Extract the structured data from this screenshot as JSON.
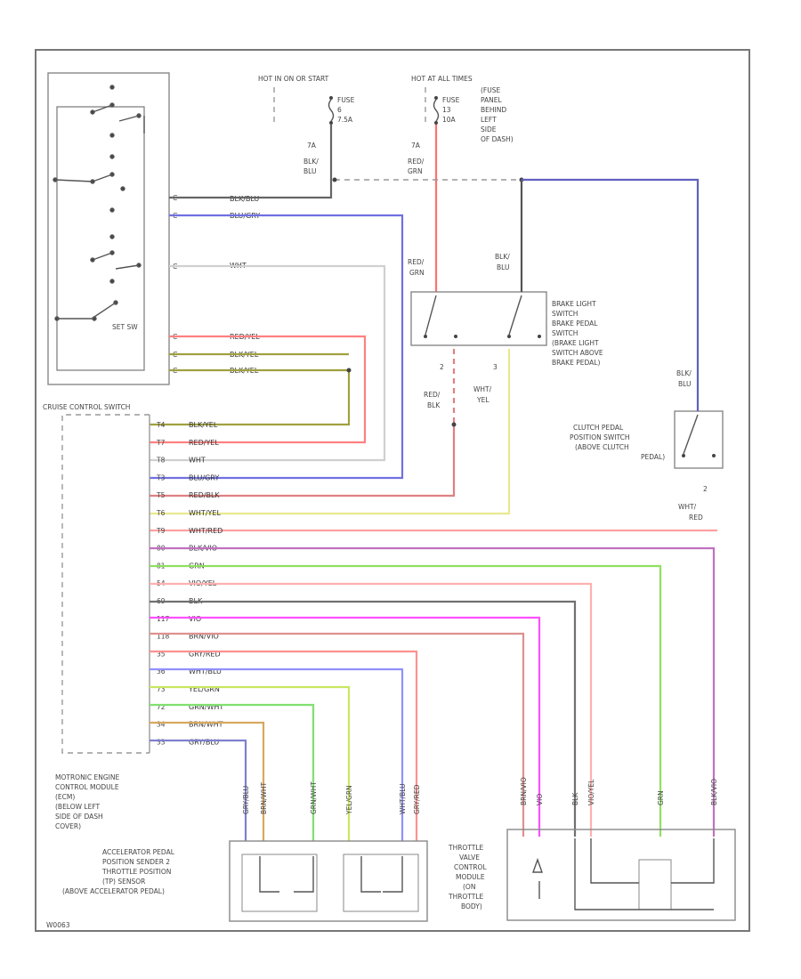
{
  "power": {
    "hot_in_on_start": "HOT IN ON OR START",
    "hot_at_all_times": "HOT AT ALL TIMES",
    "fuse_left_name": "FUSE",
    "fuse_left_num": "6",
    "fuse_left_amp": "7.5A",
    "fuse_right_name": "FUSE",
    "fuse_right_num": "13",
    "fuse_right_amp": "10A",
    "fuse_panel_label": [
      "(FUSE",
      "PANEL",
      "BEHIND",
      "LEFT",
      "SIDE",
      "OF DASH)"
    ],
    "wire_left": [
      "7A",
      "BLK/",
      "BLU"
    ],
    "wire_right": [
      "7A",
      "RED/",
      "GRN"
    ]
  },
  "cruise_switch": {
    "label": "CRUISE CONTROL SWITCH",
    "set_label": "SET SW",
    "pins": [
      "C",
      "C",
      "C",
      "C",
      "C",
      "C"
    ],
    "wires": [
      "BLK/BLU",
      "BLU/GRY",
      "WHT",
      "RED/YEL",
      "BLK/YEL",
      "BLK/YEL"
    ]
  },
  "brake_switch": {
    "label": [
      "BRAKE LIGHT",
      "SWITCH",
      "BRAKE PEDAL",
      "SWITCH",
      "(BRAKE LIGHT",
      "SWITCH ABOVE",
      "BRAKE PEDAL)"
    ],
    "wire_in_left": [
      "RED/",
      "GRN"
    ],
    "wire_in_right": [
      "BLK/",
      "BLU"
    ],
    "wire_out_left": [
      "RED/",
      "BLK"
    ],
    "wire_out_right": [
      "WHT/",
      "YEL"
    ],
    "pin_left": "2",
    "pin_right": "3"
  },
  "clutch_switch": {
    "label": [
      "CLUTCH PEDAL",
      "POSITION SWITCH",
      "(ABOVE CLUTCH",
      "PEDAL)"
    ],
    "wire_in": [
      "BLK/",
      "BLU"
    ],
    "wire_out": [
      "WHT/",
      "RED"
    ],
    "pin": "2"
  },
  "ecm": {
    "label": [
      "MOTRONIC ENGINE",
      "CONTROL MODULE",
      "(ECM)",
      "(BELOW LEFT",
      "SIDE OF DASH",
      "COVER)"
    ],
    "rows": [
      {
        "pin": "T4",
        "wire": "BLK/YEL",
        "color": "#d8d8a0"
      },
      {
        "pin": "T7",
        "wire": "RED/YEL",
        "color": "#ff8080"
      },
      {
        "pin": "T8",
        "wire": "WHT",
        "color": "#d0d0d0"
      },
      {
        "pin": "T3",
        "wire": "BLU/GRY",
        "color": "#7070e0"
      },
      {
        "pin": "T5",
        "wire": "RED/BLK",
        "color": "#e08080"
      },
      {
        "pin": "T6",
        "wire": "WHT/YEL",
        "color": "#e8e890"
      },
      {
        "pin": "T9",
        "wire": "WHT/RED",
        "color": "#ffa0a0"
      },
      {
        "pin": "80",
        "wire": "BLK/VIO",
        "color": "#c070c0"
      },
      {
        "pin": "81",
        "wire": "GRN",
        "color": "#90e060"
      },
      {
        "pin": "54",
        "wire": "VIO/YEL",
        "color": "#ffb0b0"
      },
      {
        "pin": "69",
        "wire": "BLK",
        "color": "#707070"
      },
      {
        "pin": "117",
        "wire": "VIO",
        "color": "#ff50ff"
      },
      {
        "pin": "118",
        "wire": "BRN/VIO",
        "color": "#e09090"
      },
      {
        "pin": "35",
        "wire": "GRY/RED",
        "color": "#ff9090"
      },
      {
        "pin": "36",
        "wire": "WHT/BLU",
        "color": "#9090ff"
      },
      {
        "pin": "73",
        "wire": "YEL/GRN",
        "color": "#c8e860"
      },
      {
        "pin": "72",
        "wire": "GRN/WHT",
        "color": "#80e070"
      },
      {
        "pin": "34",
        "wire": "BRN/WHT",
        "color": "#d8a860"
      },
      {
        "pin": "33",
        "wire": "GRY/BLU",
        "color": "#8080d0"
      }
    ]
  },
  "app_sensor": {
    "label": [
      "ACCELERATOR PEDAL",
      "POSITION SENDER 2",
      "THROTTLE POSITION",
      "(TP) SENSOR",
      "(ABOVE ACCELERATOR PEDAL)"
    ],
    "wires": [
      "GRY/BLU",
      "BRN/WHT",
      "GRN/WHT",
      "YEL/GRN",
      "WHT/BLU",
      "GRY/RED"
    ]
  },
  "throttle_module": {
    "label": [
      "THROTTLE",
      "VALVE",
      "CONTROL",
      "MODULE",
      "(ON",
      "THROTTLE",
      "BODY)"
    ],
    "wires": [
      "BRN/VIO",
      "VIO",
      "BLK",
      "VIO/YEL",
      "GRN",
      "BLK/VIO"
    ]
  },
  "diagram_id": "W0063"
}
